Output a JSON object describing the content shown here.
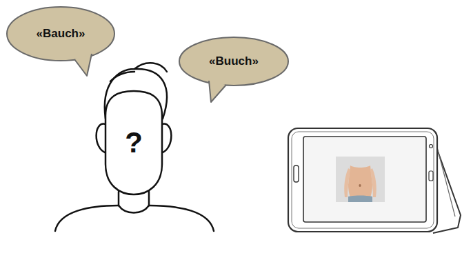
{
  "diagram": {
    "nodes": [
      {
        "text": [
          "«Bauch»"
        ]
      },
      {
        "text": [
          "«Buuch»"
        ]
      },
      {
        "text": [
          "?"
        ]
      }
    ]
  }
}
